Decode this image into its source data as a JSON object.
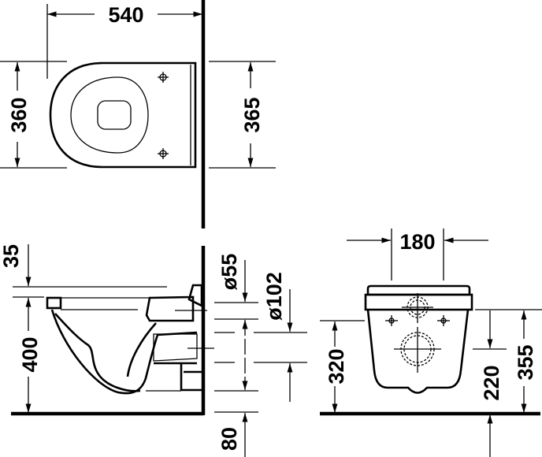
{
  "title": "Wall-hung toilet dimension drawing",
  "top_view": {
    "width": "540",
    "depth_left": "360",
    "depth_right": "365"
  },
  "side_view": {
    "seat_thickness": "35",
    "seat_height": "400",
    "inlet_diameter": "ø55",
    "outlet_diameter": "ø102",
    "outlet_offset": "80"
  },
  "front_view": {
    "inlet_spacing": "180",
    "fixing_height": "320",
    "outlet_height": "220",
    "inlet_height": "355"
  }
}
